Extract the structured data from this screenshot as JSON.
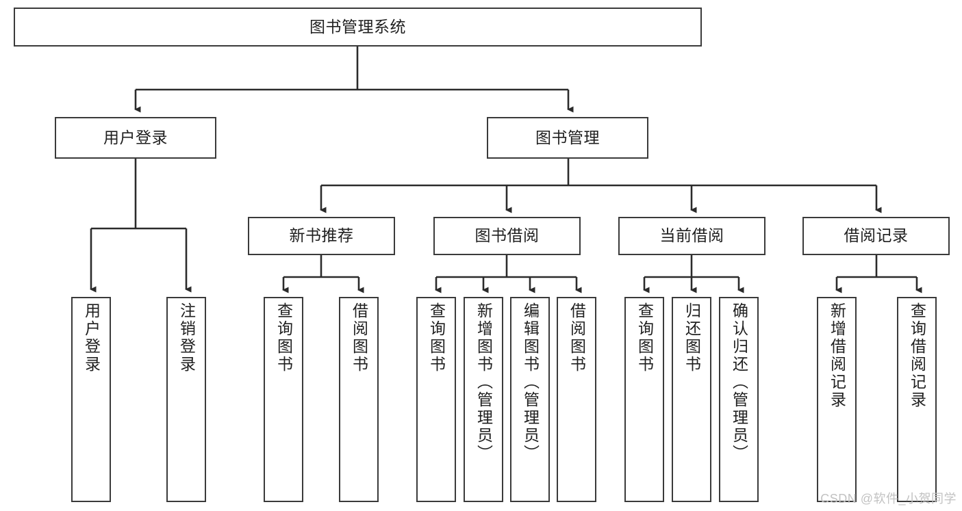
{
  "diagram": {
    "title_node": {
      "label": "图书管理系统"
    },
    "level2": [
      {
        "label": "用户登录"
      },
      {
        "label": "图书管理"
      }
    ],
    "level3": [
      {
        "label": "新书推荐"
      },
      {
        "label": "图书借阅"
      },
      {
        "label": "当前借阅"
      },
      {
        "label": "借阅记录"
      }
    ],
    "leaves_user_login": [
      {
        "label": "用户登录"
      },
      {
        "label": "注销登录"
      }
    ],
    "leaves_new_book": [
      {
        "label": "查询图书"
      },
      {
        "label": "借阅图书"
      }
    ],
    "leaves_book_borrow": [
      {
        "label": "查询图书"
      },
      {
        "label": "新增图书（管理员）"
      },
      {
        "label": "编辑图书（管理员）"
      },
      {
        "label": "借阅图书"
      }
    ],
    "leaves_current_borrow": [
      {
        "label": "查询图书"
      },
      {
        "label": "归还图书"
      },
      {
        "label": "确认归还（管理员）"
      }
    ],
    "leaves_borrow_record": [
      {
        "label": "新增借阅记录"
      },
      {
        "label": "查询借阅记录"
      }
    ]
  },
  "watermark": {
    "text": "CSDN @软件_小贺同学"
  },
  "colors": {
    "border": "#3a3a3a",
    "background": "#ffffff",
    "text": "#1f1f1f",
    "watermark": "#c2c2c2"
  }
}
